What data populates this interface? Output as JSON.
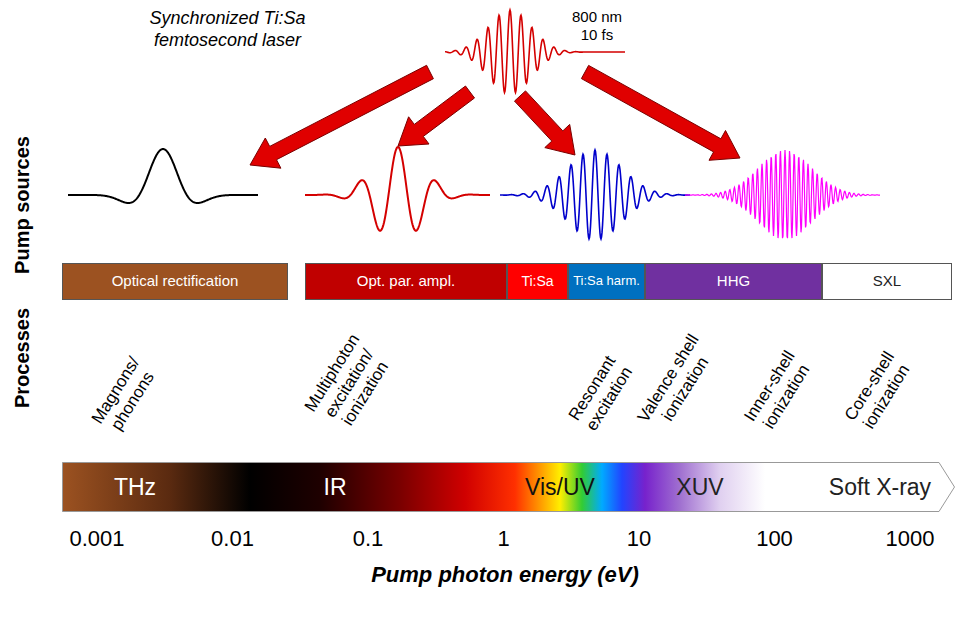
{
  "diagram": {
    "nodes": [
      {
        "text": [
          "Optical rectification"
        ]
      },
      {
        "text": [
          "Opt. par. ampl."
        ]
      },
      {
        "text": [
          "Ti:Sa"
        ]
      },
      {
        "text": [
          "Ti:Sa harm."
        ]
      },
      {
        "text": [
          "HHG"
        ]
      },
      {
        "text": [
          "SXL"
        ]
      },
      {
        "text": [
          "THz",
          "IR",
          "Vis/UV",
          "XUV",
          "Soft X-ray"
        ]
      }
    ],
    "labels": [
      "Synchronized Ti:Sa femtosecond laser",
      "800 nm 10 fs",
      "Pump sources",
      "Processes",
      "Magnons/ phonons",
      "Multiphoton excitation/ ionization",
      "Resonant excitation",
      "Valence shell ionization",
      "Inner-shell ionization",
      "Core-shell ionization",
      "0.001",
      "0.01",
      "0.1",
      "1",
      "10",
      "100",
      "1000",
      "Pump photon energy (eV)"
    ]
  }
}
